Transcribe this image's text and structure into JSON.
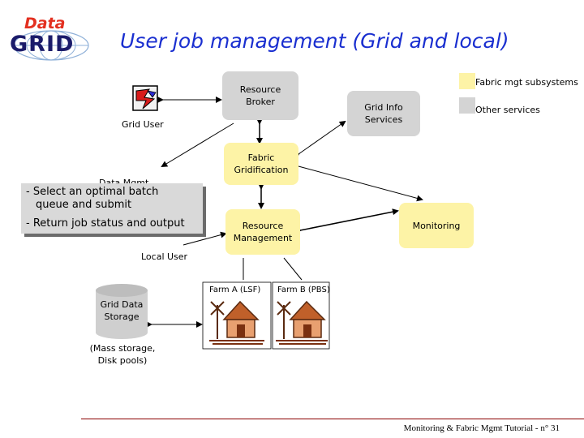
{
  "logo": {
    "top": "Data",
    "bottom": "GRID"
  },
  "title": "User job management (Grid and local)",
  "legend": {
    "fabric": "Fabric mgt subsystems",
    "other": "Other services"
  },
  "nodes": {
    "resource_broker": [
      "Resource",
      "Broker"
    ],
    "grid_info": [
      "Grid Info",
      "Services"
    ],
    "fabric_gridification": [
      "Fabric",
      "Gridification"
    ],
    "resource_management": [
      "Resource",
      "Management"
    ],
    "monitoring": "Monitoring",
    "data_mgmt": "Data Mgmt",
    "grid_user": "Grid User",
    "local_user": "Local User",
    "farm_a": "Farm A (LSF)",
    "farm_b": "Farm B (PBS)",
    "grid_data_storage": [
      "Grid Data",
      "Storage"
    ],
    "storage_note": [
      "(Mass storage,",
      "Disk pools)"
    ]
  },
  "callout": [
    "- Select an optimal batch",
    "queue and submit",
    "- Return job status and output"
  ],
  "footer": "Monitoring & Fabric Mgmt Tutorial - n° 31",
  "colors": {
    "title": "#1a2fd0",
    "fabric_box": "#fdf3a6",
    "service_box": "#d4d4d4",
    "footer_line": "#8a0000"
  }
}
